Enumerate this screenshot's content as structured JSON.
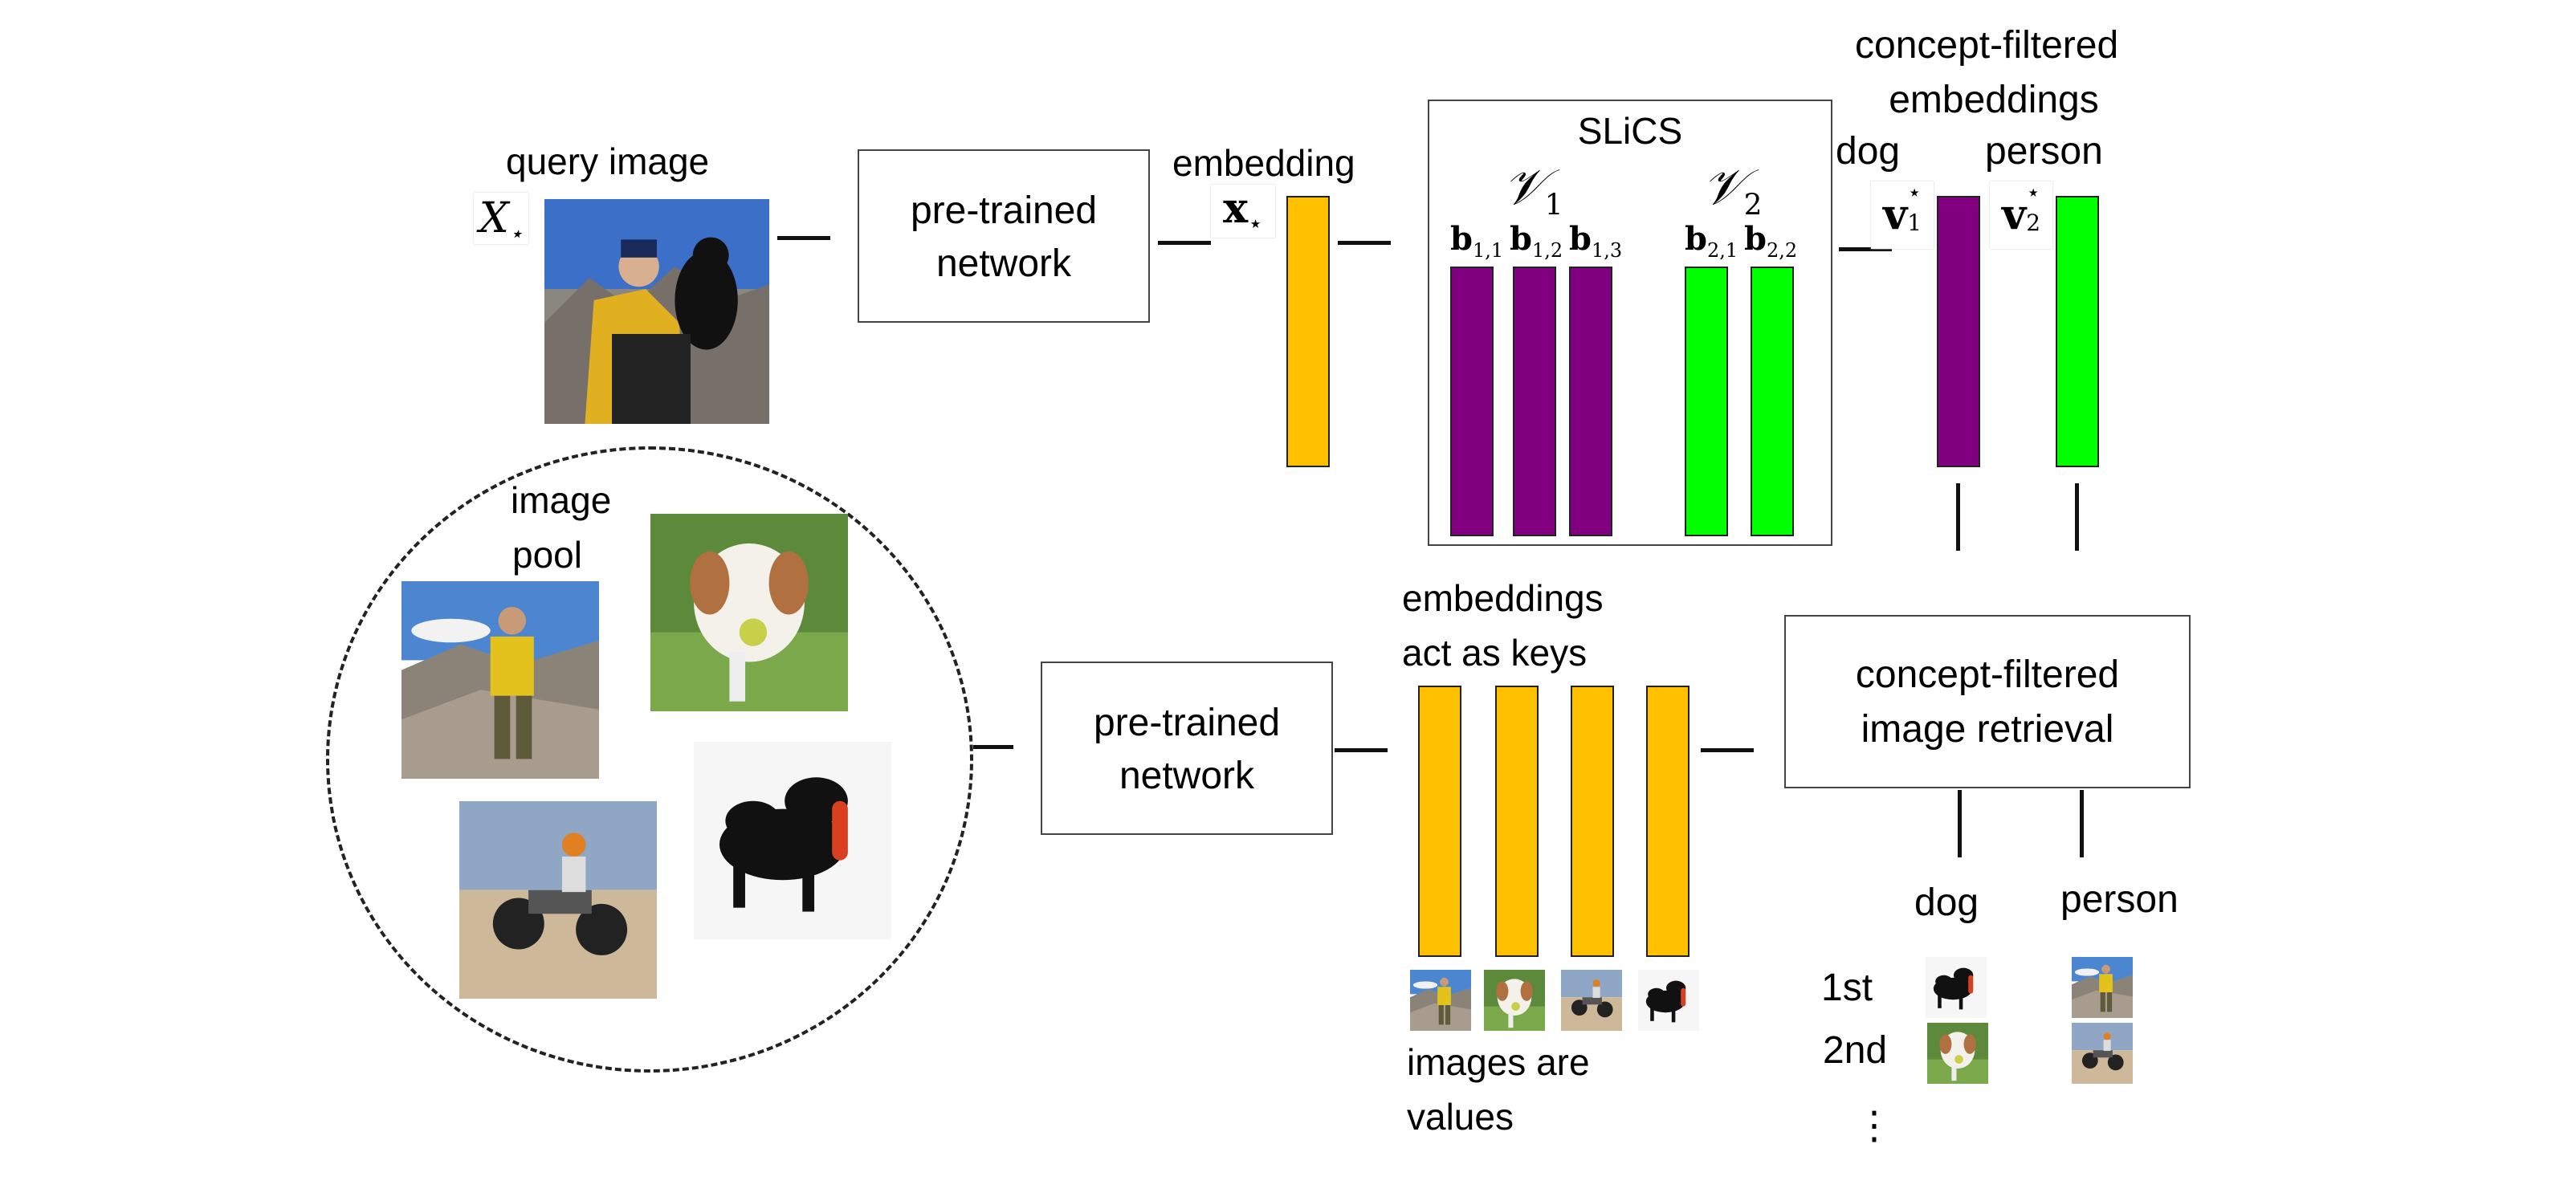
{
  "query": {
    "label": "query image",
    "symbol": "X",
    "symbol_sub": "⋆"
  },
  "network_top": {
    "label_line1": "pre-trained",
    "label_line2": "network"
  },
  "embedding": {
    "label": "embedding",
    "symbol": "x",
    "symbol_sub": "⋆"
  },
  "slics": {
    "title": "SLiCS",
    "concept_1": {
      "symbol": "𝒱",
      "sub": "1",
      "bases": [
        "b",
        "b",
        "b"
      ],
      "base_subs": [
        "1,1",
        "1,2",
        "1,3"
      ]
    },
    "concept_2": {
      "symbol": "𝒱",
      "sub": "2",
      "bases": [
        "b",
        "b"
      ],
      "base_subs": [
        "2,1",
        "2,2"
      ]
    }
  },
  "filtered": {
    "title_line1": "concept-filtered",
    "title_line2": "embeddings",
    "concept_1_label": "dog",
    "concept_2_label": "person",
    "v1_symbol": "v",
    "v1_sup": "⋆",
    "v1_sub": "1",
    "v2_symbol": "v",
    "v2_sup": "⋆",
    "v2_sub": "2"
  },
  "pool": {
    "label_line1": "image",
    "label_line2": "pool"
  },
  "network_bottom": {
    "label_line1": "pre-trained",
    "label_line2": "network"
  },
  "keys": {
    "label_line1": "embeddings",
    "label_line2": "act as keys"
  },
  "values": {
    "label_line1": "images are",
    "label_line2": "values"
  },
  "retrieval": {
    "label_line1": "concept-filtered",
    "label_line2": "image retrieval",
    "col_1": "dog",
    "col_2": "person",
    "rank_1": "1st",
    "rank_2": "2nd",
    "more": "⋮"
  },
  "colors": {
    "embedding": "#ffc000",
    "concept_1": "#800080",
    "concept_2": "#00ff00"
  },
  "icons": [
    "photo-person-dog-icon",
    "photo-hiker-icon",
    "photo-spaniel-icon",
    "photo-atv-rider-icon",
    "photo-black-dogs-icon"
  ]
}
